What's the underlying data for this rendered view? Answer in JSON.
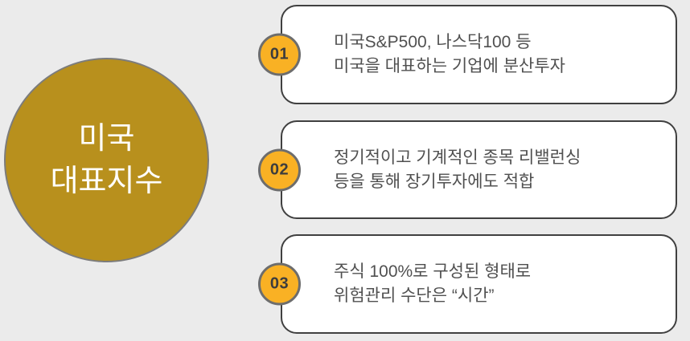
{
  "colors": {
    "background": "#ebebeb",
    "circle_fill": "#b8901d",
    "circle_border": "#7c7c7c",
    "card_fill": "#ffffff",
    "card_border": "#404040",
    "badge_fill": "#f9b124",
    "badge_border": "#6d6d6d",
    "badge_text": "#3d3d3d",
    "card_text": "#505050",
    "circle_text": "#ffffff"
  },
  "circle": {
    "line1": "미국",
    "line2": "대표지수"
  },
  "cards": [
    {
      "number": "01",
      "line1": "미국S&P500, 나스닥100 등",
      "line2": "미국을 대표하는 기업에 분산투자"
    },
    {
      "number": "02",
      "line1": "정기적이고 기계적인 종목 리밸런싱",
      "line2": "등을 통해 장기투자에도 적합"
    },
    {
      "number": "03",
      "line1": "주식 100%로 구성된 형태로",
      "line2": "위험관리 수단은 “시간”"
    }
  ]
}
